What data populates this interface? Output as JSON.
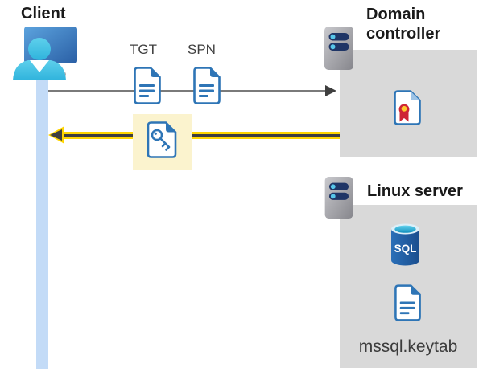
{
  "client": {
    "label": "Client"
  },
  "flow": {
    "tgt_label": "TGT",
    "spn_label": "SPN"
  },
  "domain_controller": {
    "label": "Domain controller"
  },
  "linux_server": {
    "label": "Linux server",
    "sql_text": "SQL",
    "keytab_label": "mssql.keytab"
  },
  "icons": [
    "client-user-icon",
    "client-monitor-icon",
    "tgt-document-icon",
    "spn-document-icon",
    "service-ticket-key-icon",
    "domain-controller-server-icon",
    "certificate-icon",
    "linux-server-icon",
    "sql-database-icon",
    "keytab-document-icon"
  ],
  "colors": {
    "document_blue": "#2E75B6",
    "box_gray": "#D9D9D9",
    "highlight_yellow": "#FBF3CE",
    "arrow_yellow": "#FFD500",
    "arrow_dark": "#3F3F3F",
    "request_line_gray": "#7A7A7A",
    "client_bar_blue": "#C3DBF7",
    "server_slot_navy": "#1F3566",
    "server_dot_cyan": "#56C6E9",
    "sql_body_blue": "#2266B0",
    "certificate_red": "#CE2335",
    "certificate_gold": "#FFC82E",
    "person_cyan": "#3FC1E3"
  }
}
